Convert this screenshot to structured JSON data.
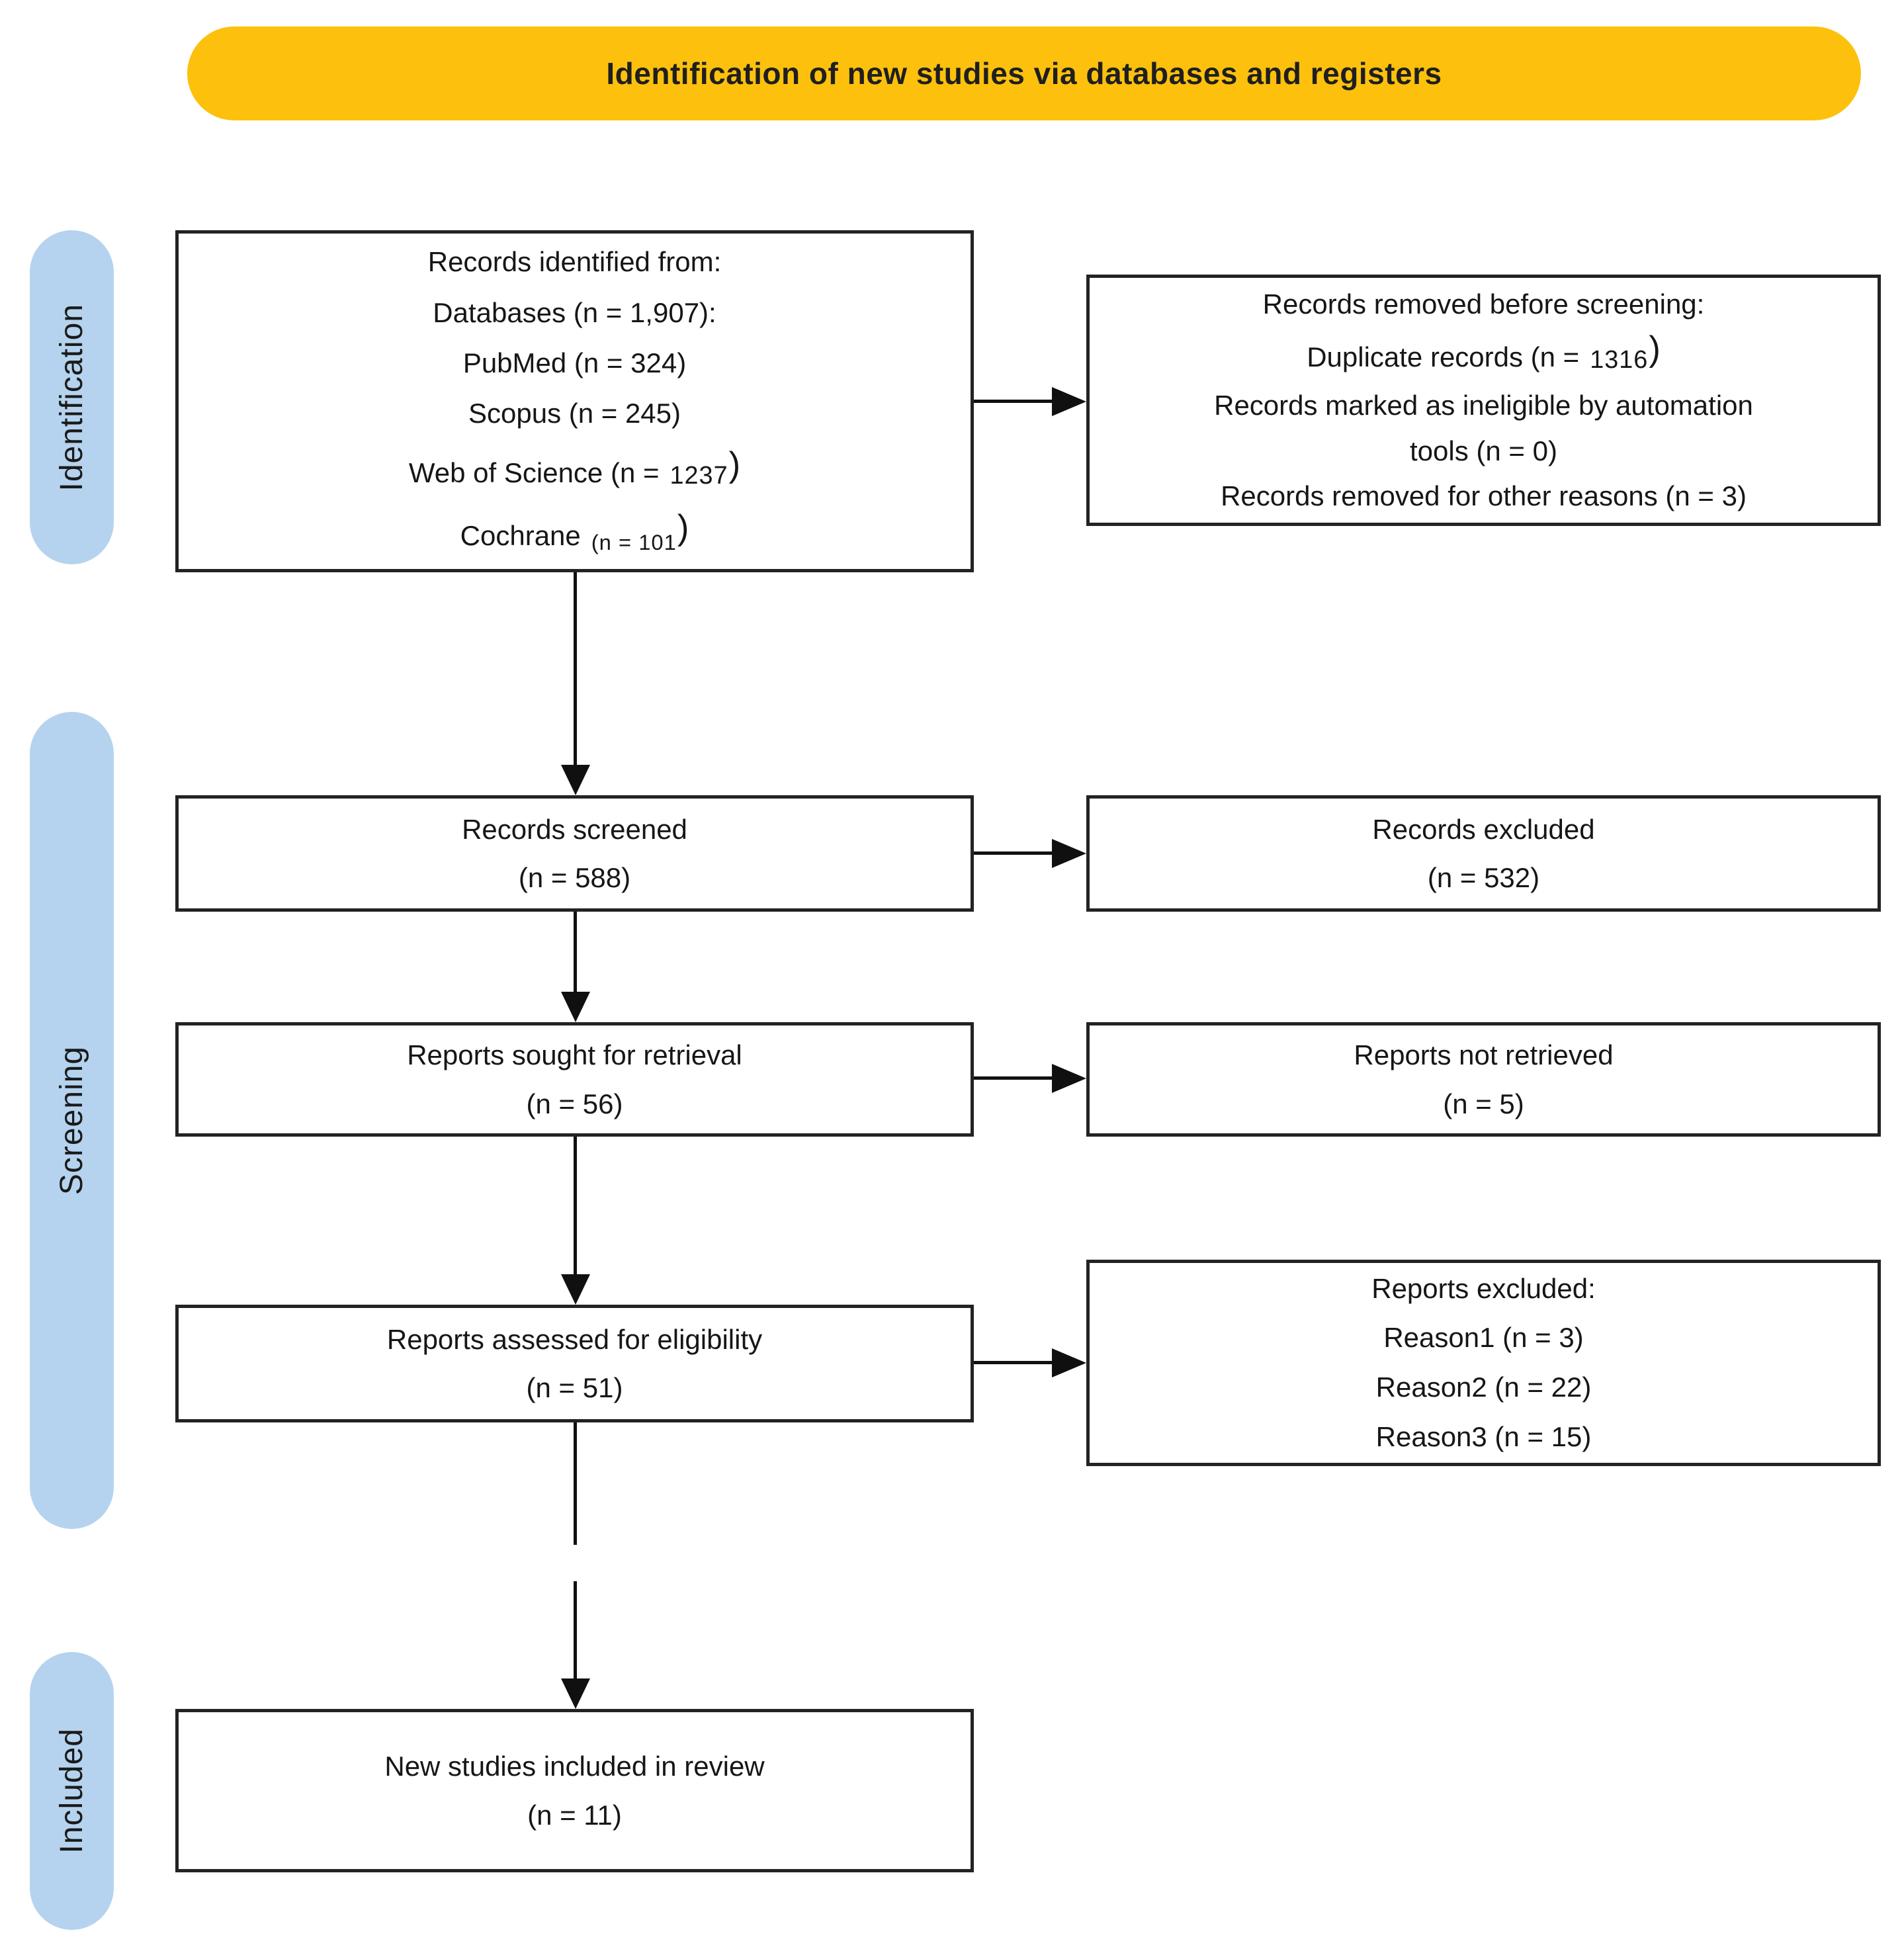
{
  "banner": {
    "title": "Identification of new studies via databases and registers"
  },
  "stages": [
    {
      "label": "Identification"
    },
    {
      "label": "Screening"
    },
    {
      "label": "Included"
    }
  ],
  "colors": {
    "banner_bg": "#FDC10D",
    "stage_pill_bg": "#B5D3EE",
    "box_border": "#232323",
    "arrow": "#101010",
    "text": "#161616"
  },
  "boxes": {
    "identified": {
      "lines": [
        {
          "text": "Records identified from:"
        },
        {
          "text": "Databases (n = 1,907):"
        },
        {
          "text": "PubMed (n = 324)"
        },
        {
          "text": "Scopus (n = 245)"
        },
        {
          "prefix": "Web of Science (n =",
          "edited": "1237",
          "paren": ")"
        },
        {
          "prefix": "Cochrane",
          "edited": "(n = 101",
          "paren": ")"
        }
      ]
    },
    "removed": {
      "lines": [
        {
          "text": "Records removed before screening:"
        },
        {
          "prefix": "Duplicate records (n =",
          "edited": "1316",
          "paren": ")"
        },
        {
          "text": "Records marked as ineligible by automation"
        },
        {
          "text": "tools (n = 0)"
        },
        {
          "text": "Records removed for other reasons (n = 3)"
        }
      ]
    },
    "screened": {
      "lines": [
        {
          "text": "Records screened"
        },
        {
          "text": "(n = 588)"
        }
      ]
    },
    "records_excluded": {
      "lines": [
        {
          "text": "Records excluded"
        },
        {
          "text": "(n = 532)"
        }
      ]
    },
    "sought": {
      "lines": [
        {
          "text": "Reports sought for retrieval"
        },
        {
          "text": "(n = 56)"
        }
      ]
    },
    "not_retrieved": {
      "lines": [
        {
          "text": "Reports not retrieved"
        },
        {
          "text": "(n = 5)"
        }
      ]
    },
    "assessed": {
      "lines": [
        {
          "text": "Reports assessed for eligibility"
        },
        {
          "text": "(n = 51)"
        }
      ]
    },
    "reports_excluded": {
      "lines": [
        {
          "text": "Reports excluded:"
        },
        {
          "text": "Reason1 (n = 3)"
        },
        {
          "text": "Reason2 (n = 22)"
        },
        {
          "text": "Reason3 (n = 15)"
        }
      ]
    },
    "included": {
      "lines": [
        {
          "text": "New studies included in review"
        },
        {
          "text": "(n = 11)"
        }
      ]
    }
  }
}
